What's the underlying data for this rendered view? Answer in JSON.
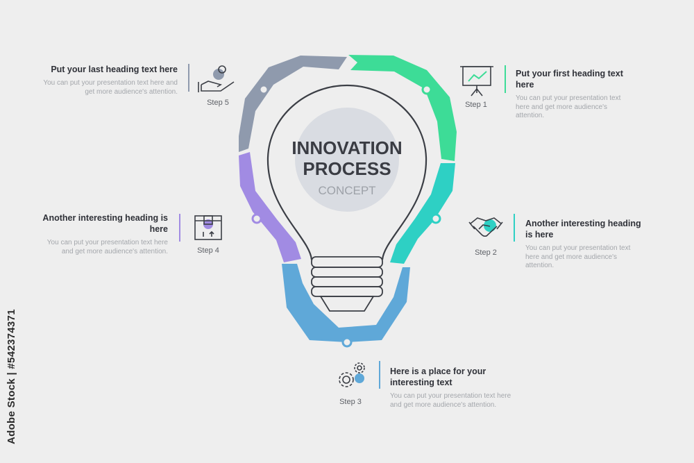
{
  "colors": {
    "step1": "#3ddc97",
    "step2": "#2ed0c4",
    "step3": "#5fa8d8",
    "step4": "#a18be3",
    "step5": "#8f9aad",
    "dark_text": "#2f3138",
    "muted_text": "#a3a6ab"
  },
  "center": {
    "title_line1": "INNOVATION",
    "title_line2": "PROCESS",
    "subtitle": "CONCEPT"
  },
  "steps": [
    {
      "label": "Step 1",
      "heading": "Put your first heading text here",
      "body": "You can put your presentation text here and get more audience's attention.",
      "icon": "presentation-chart-icon"
    },
    {
      "label": "Step 2",
      "heading": "Another interesting heading is here",
      "body": "You can put your presentation text here and get more audience's attention.",
      "icon": "handshake-icon"
    },
    {
      "label": "Step 3",
      "heading": "Here is a place for your interesting text",
      "body": "You can put your presentation text here and get more audience's attention.",
      "icon": "gears-icon"
    },
    {
      "label": "Step 4",
      "heading": "Another interesting heading is here",
      "body": "You can put your presentation text here and get more audience's attention.",
      "icon": "package-box-icon"
    },
    {
      "label": "Step 5",
      "heading": "Put your last heading text here",
      "body": "You can put your presentation text here and get more audience's attention.",
      "icon": "hand-coins-icon"
    }
  ],
  "watermark": "Adobe Stock | #542374371"
}
